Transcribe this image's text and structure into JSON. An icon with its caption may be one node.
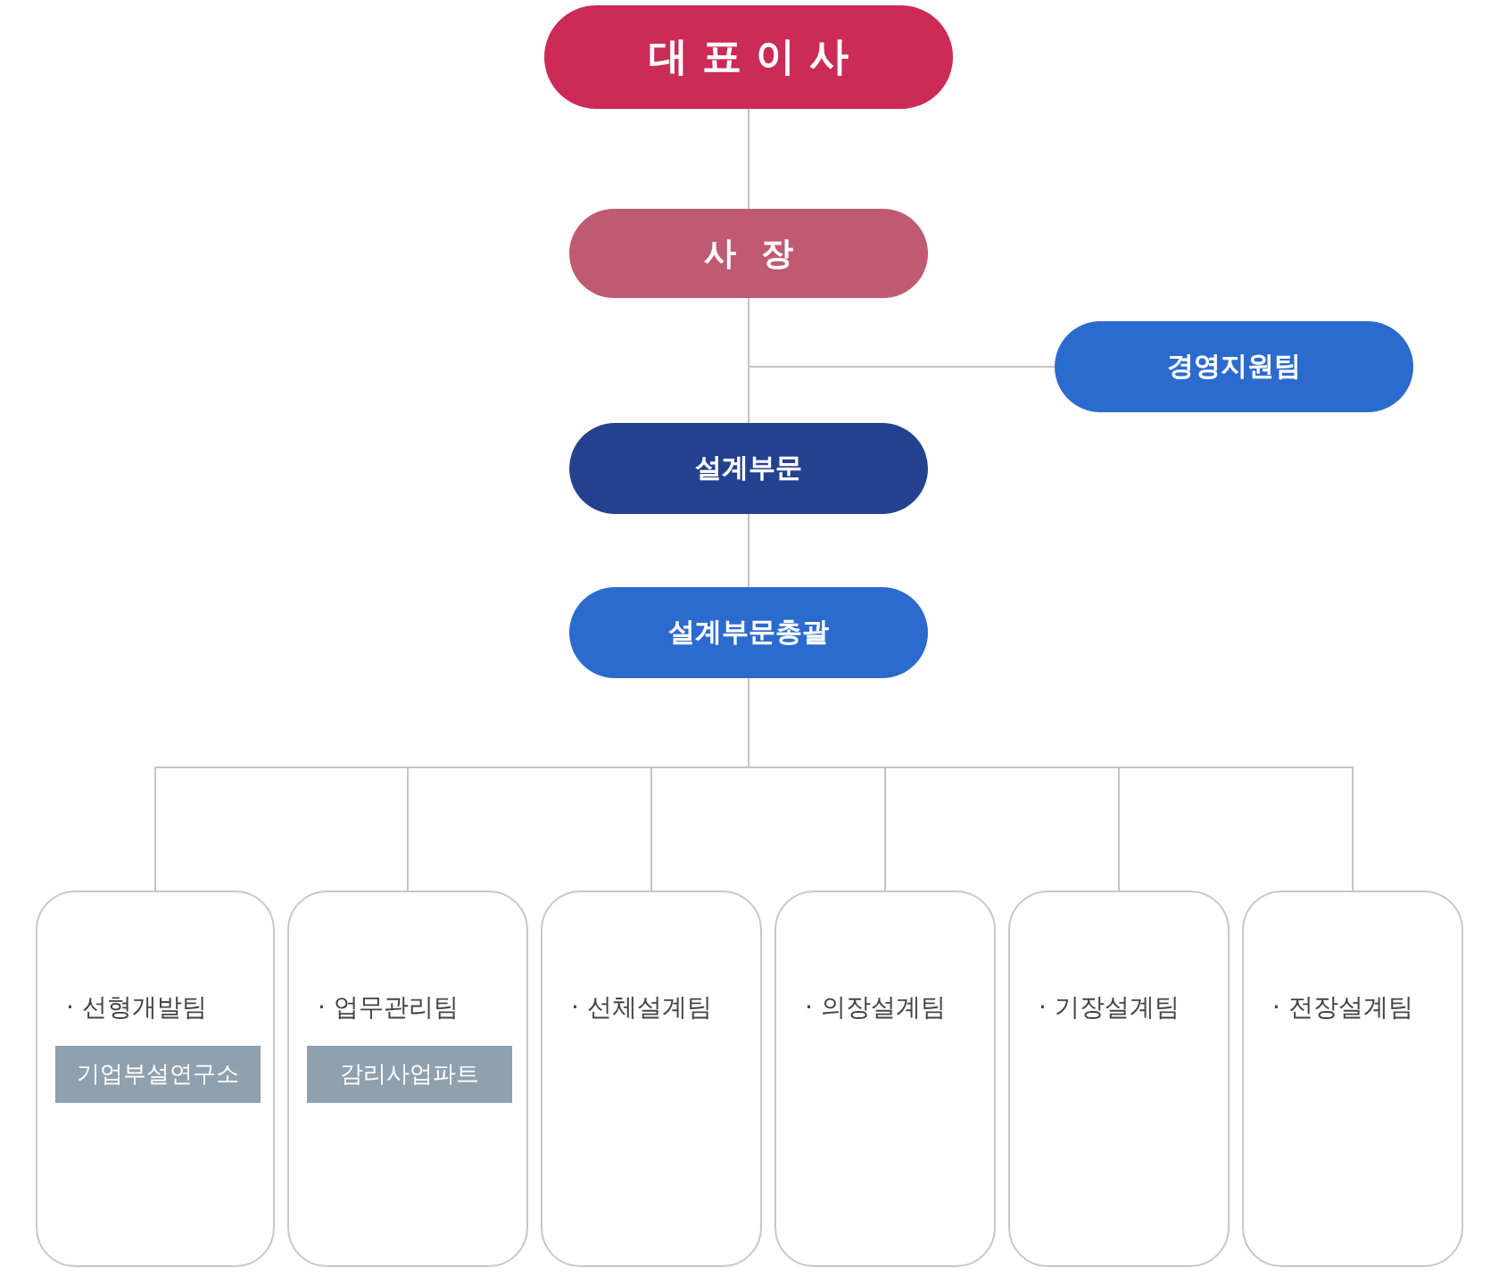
{
  "diagram": {
    "nodes": [
      {
        "text": [
          "대표이사"
        ]
      },
      {
        "text": [
          "사장"
        ]
      },
      {
        "text": [
          "경영지원팀"
        ]
      },
      {
        "text": [
          "설계부문"
        ]
      },
      {
        "text": [
          "설계부문총괄"
        ]
      },
      {
        "text": [
          "· 선형개발팀"
        ]
      },
      {
        "text": [
          "기업부설연구소"
        ],
        "in": 5
      },
      {
        "text": [
          "· 업무관리팀"
        ]
      },
      {
        "text": [
          "감리사업파트"
        ],
        "in": 7
      },
      {
        "text": [
          "· 선체설계팀"
        ]
      },
      {
        "text": [
          "· 의장설계팀"
        ]
      },
      {
        "text": [
          "· 기장설계팀"
        ]
      },
      {
        "text": [
          "· 전장설계팀"
        ]
      }
    ],
    "edges": [
      {
        "from": 0,
        "to": 1,
        "arrow": "none"
      },
      {
        "from": 1,
        "to": 2,
        "arrow": "none"
      },
      {
        "from": 1,
        "to": 3,
        "arrow": "none"
      },
      {
        "from": 3,
        "to": 4,
        "arrow": "none"
      },
      {
        "from": 4,
        "to": 5,
        "arrow": "none"
      },
      {
        "from": 4,
        "to": 7,
        "arrow": "none"
      },
      {
        "from": 4,
        "to": 9,
        "arrow": "none"
      },
      {
        "from": 4,
        "to": 10,
        "arrow": "none"
      },
      {
        "from": 4,
        "to": 11,
        "arrow": "none"
      },
      {
        "from": 4,
        "to": 12,
        "arrow": "none"
      }
    ]
  }
}
